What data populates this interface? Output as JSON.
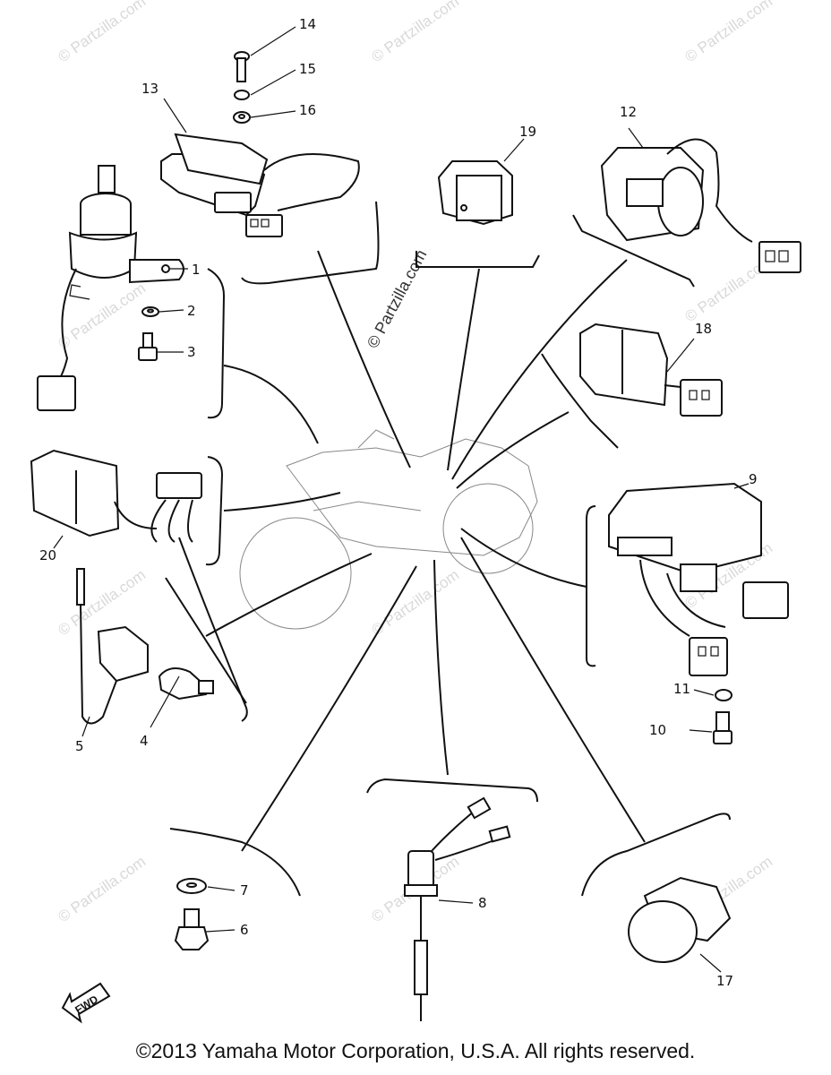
{
  "watermark": {
    "text": "© Partzilla.com",
    "center_text": "© Partzilla.com"
  },
  "direction_arrow": {
    "label": "FWD"
  },
  "copyright": "©2013 Yamaha Motor Corporation, U.S.A. All rights reserved.",
  "callouts": {
    "c1": "1",
    "c2": "2",
    "c3": "3",
    "c4": "4",
    "c5": "5",
    "c6": "6",
    "c7": "7",
    "c8": "8",
    "c9": "9",
    "c10": "10",
    "c11": "11",
    "c12": "12",
    "c13": "13",
    "c14": "14",
    "c15": "15",
    "c16": "16",
    "c17": "17",
    "c18": "18",
    "c19": "19",
    "c20": "20"
  }
}
